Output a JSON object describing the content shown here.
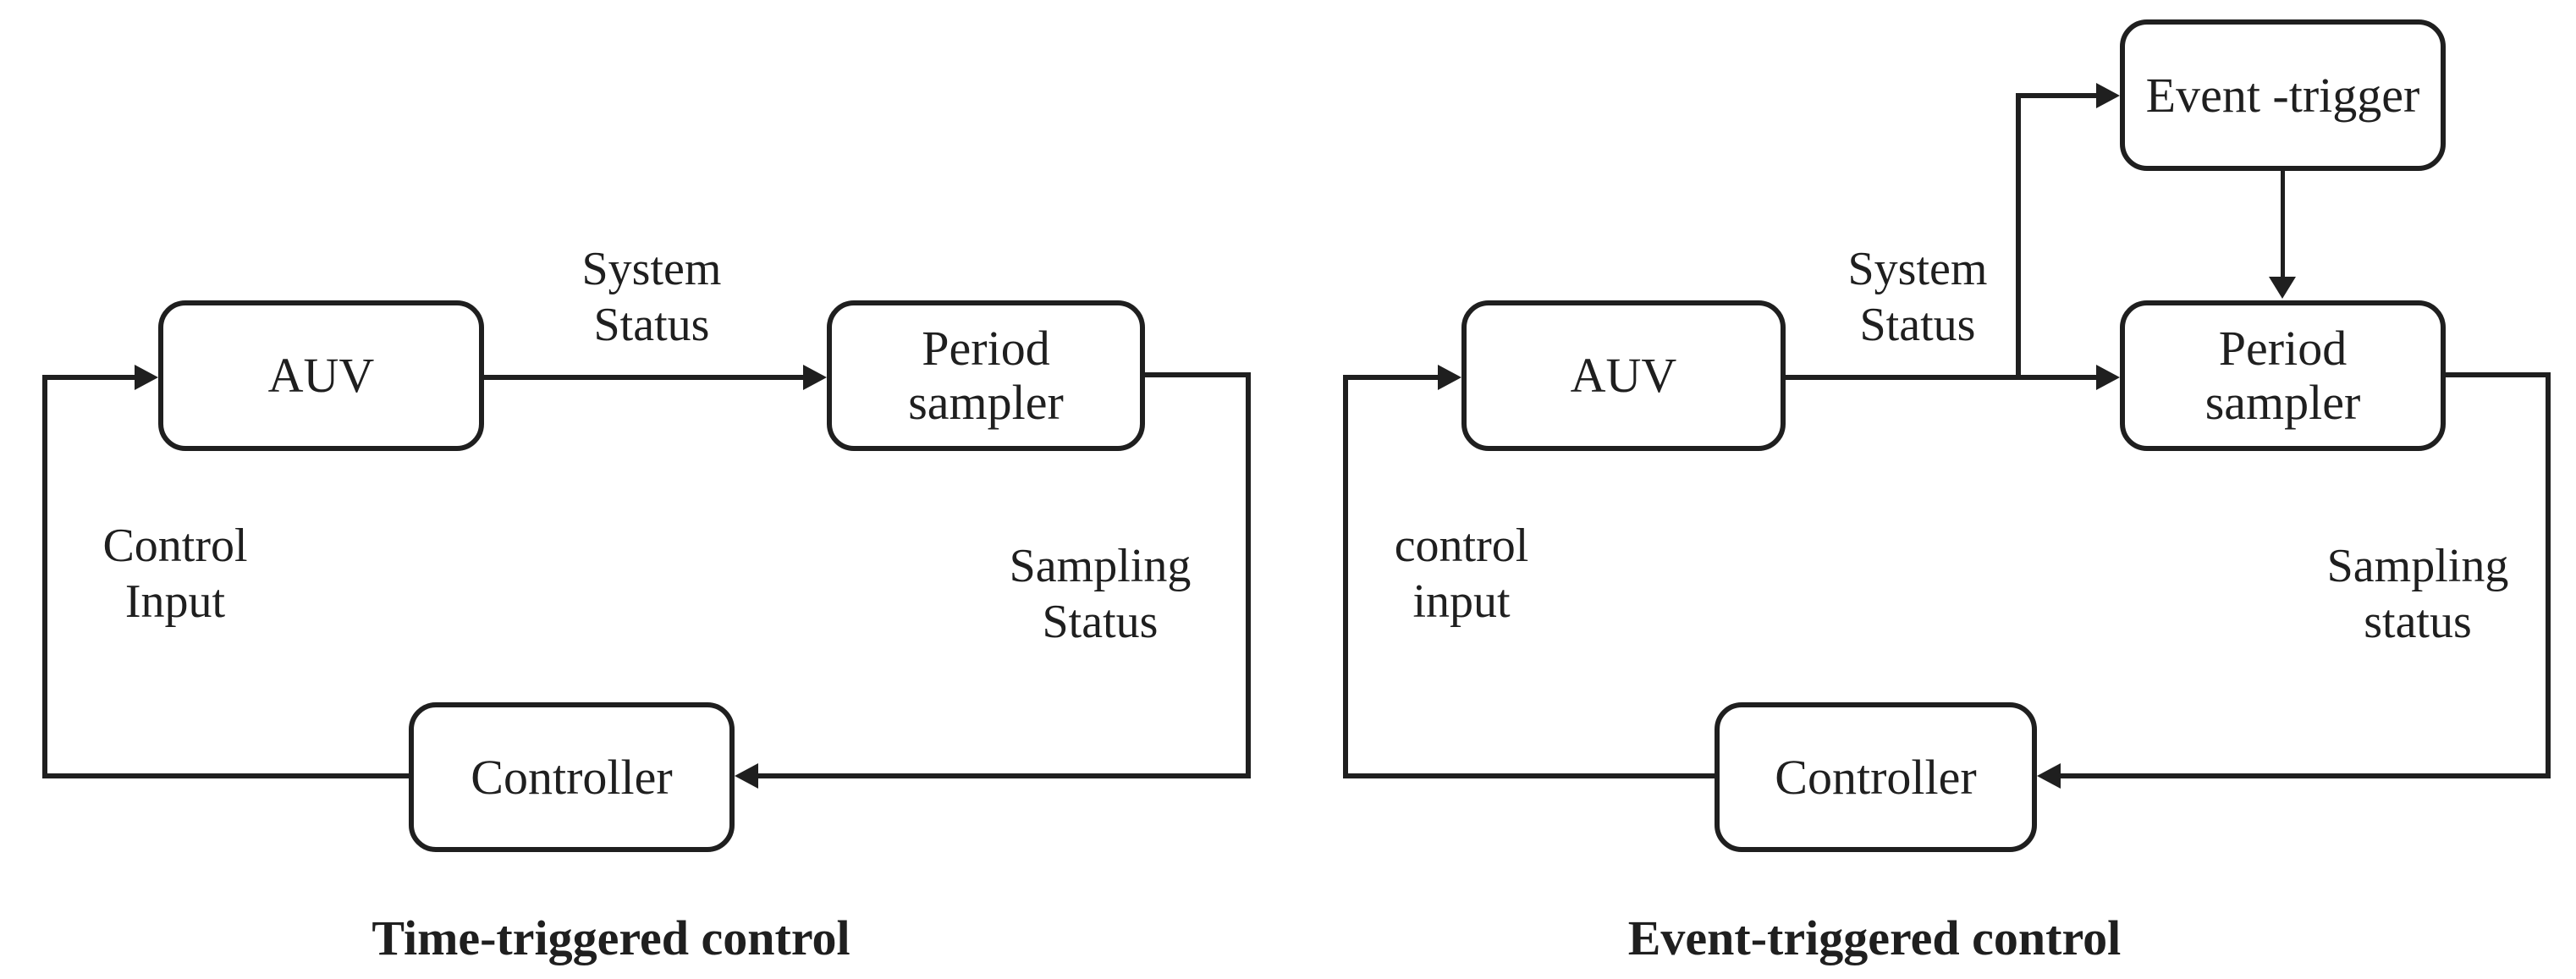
{
  "figure": {
    "background": "#ffffff",
    "ink": "#1f1f1f",
    "left_diagram": {
      "caption": "Time-triggered control",
      "auv_label": "AUV",
      "sampler_label_line1": "Period",
      "sampler_label_line2": "sampler",
      "controller_label": "Controller",
      "system_status_line1": "System",
      "system_status_line2": "Status",
      "control_input_line1": "Control",
      "control_input_line2": "Input",
      "sampling_status_line1": "Sampling",
      "sampling_status_line2": "Status"
    },
    "right_diagram": {
      "caption": "Event-triggered control",
      "auv_label": "AUV",
      "event_trigger_label": "Event -trigger",
      "sampler_label_line1": "Period",
      "sampler_label_line2": "sampler",
      "controller_label": "Controller",
      "system_status_line1": "System",
      "system_status_line2": "Status",
      "control_input_line1": "control",
      "control_input_line2": "input",
      "sampling_status_line1": "Sampling",
      "sampling_status_line2": "status"
    }
  }
}
